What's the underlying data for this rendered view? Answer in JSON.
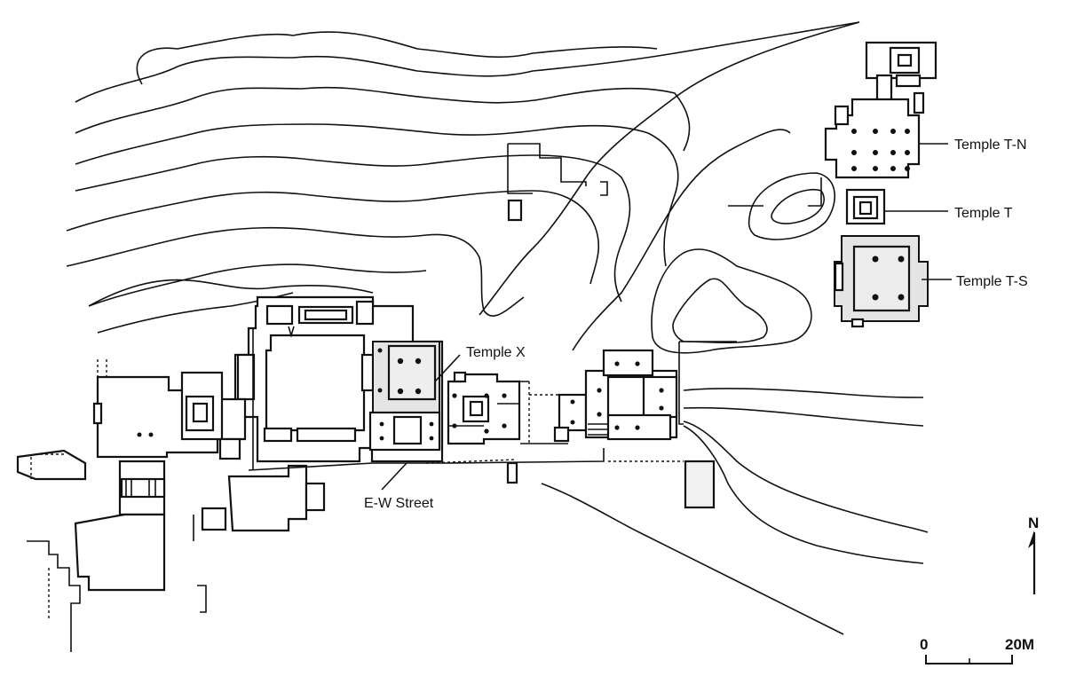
{
  "map": {
    "labels": {
      "temple_tn": "Temple T-N",
      "temple_t": "Temple T",
      "temple_ts": "Temple T-S",
      "temple_x": "Temple X",
      "ew_street": "E-W Street"
    },
    "north_arrow": {
      "letter": "N"
    },
    "scale_bar": {
      "start_label": "0",
      "end_label": "20M"
    }
  }
}
